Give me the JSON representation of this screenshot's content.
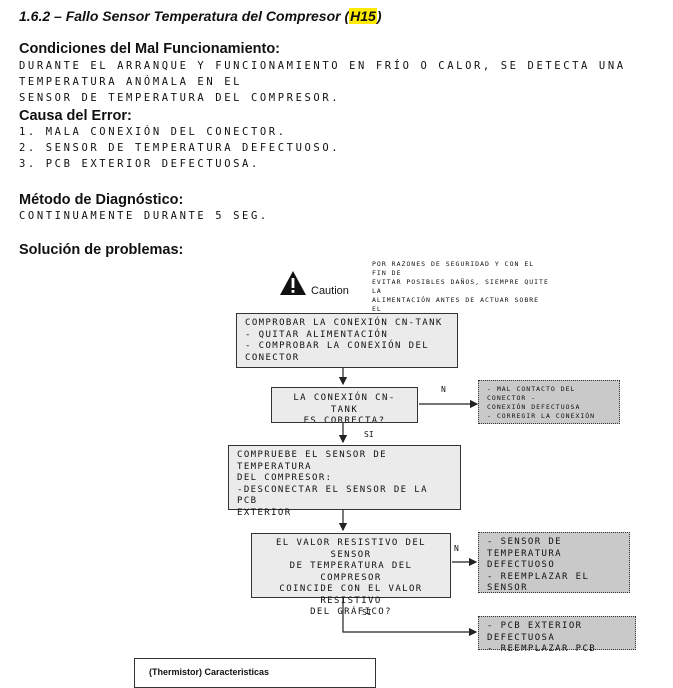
{
  "title": {
    "prefix": "1.6.2 – Fallo Sensor Temperatura del Compresor (",
    "code": "H15",
    "suffix": ")"
  },
  "conditions": {
    "heading": "Condiciones del Mal Funcionamiento:",
    "text": "DURANTE EL ARRANQUE Y FUNCIONAMIENTO EN FRÍO O CALOR, SE DETECTA UNA TEMPERATURA ANÓMALA EN EL\nSENSOR DE TEMPERATURA DEL COMPRESOR."
  },
  "cause": {
    "heading": "Causa del Error:",
    "text": "1. MALA CONEXIÓN DEL CONECTOR.\n2. SENSOR DE TEMPERATURA DEFECTUOSO.\n3. PCB EXTERIOR DEFECTUOSA."
  },
  "diagnosis": {
    "heading": "Método de Diagnóstico:",
    "text": "CONTINUAMENTE DURANTE 5 SEG."
  },
  "solution": {
    "heading": "Solución de problemas:"
  },
  "caution": {
    "label": "Caution",
    "text": "POR RAZONES DE SEGURIDAD Y CON EL FIN DE\nEVITAR POSIBLES DAÑOS, SIEMPRE QUITE LA\nALIMENTACIÓN ANTES DE ACTUAR SOBRE EL\nEQUIPO."
  },
  "flowchart": {
    "step1": "COMPROBAR LA CONEXIÓN CN-TANK\n- QUITAR ALIMENTACIÓN\n- COMPROBAR LA CONEXIÓN DEL CONECTOR",
    "question1": "LA CONEXIÓN CN-TANK\nES CORRECTA?",
    "no1_label": "N",
    "no1_result": "- MAL CONTACTO DEL CONECTOR -\nCONEXIÓN DEFECTUOSA\n- CORREGIR LA CONEXIÓN",
    "yes1_label": "SI",
    "step2": "COMPRUEBE EL SENSOR DE TEMPERATURA\nDEL COMPRESOR:\n-DESCONECTAR EL SENSOR DE LA PCB\nEXTERIOR",
    "question2": "EL VALOR RESISTIVO DEL SENSOR\nDE TEMPERATURA DEL COMPRESOR\nCOINCIDE CON EL VALOR RESISTIVO\nDEL GRÁFICO?",
    "no2_label": "N",
    "no2_result": "- SENSOR DE TEMPERATURA\nDEFECTUOSO\n- REEMPLAZAR EL SENSOR\nDE TEMPERATURA DEL",
    "yes2_label": "SI",
    "yes2_result": "- PCB EXTERIOR DEFECTUOSA\n- REEMPLAZAR PCB"
  },
  "table_caption": "(Thermistor) Caracteristicas"
}
